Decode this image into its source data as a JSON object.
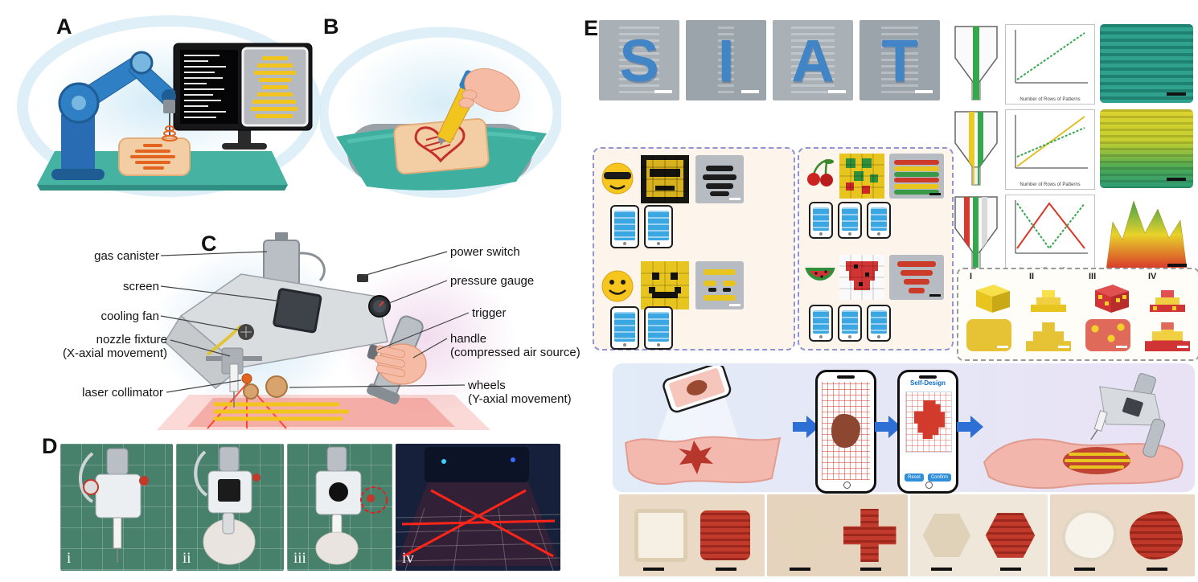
{
  "panels": {
    "a": {
      "label": "A"
    },
    "b": {
      "label": "B"
    },
    "c": {
      "label": "C",
      "left": [
        {
          "main": "gas canister",
          "sub": ""
        },
        {
          "main": "screen",
          "sub": ""
        },
        {
          "main": "cooling fan",
          "sub": ""
        },
        {
          "main": "nozzle fixture",
          "sub": "(X-axial movement)"
        },
        {
          "main": "laser collimator",
          "sub": ""
        }
      ],
      "right": [
        {
          "main": "power switch",
          "sub": ""
        },
        {
          "main": "pressure gauge",
          "sub": ""
        },
        {
          "main": "trigger",
          "sub": ""
        },
        {
          "main": "handle",
          "sub": "(compressed air source)"
        },
        {
          "main": "wheels",
          "sub": "(Y-axial movement)"
        }
      ]
    },
    "d": {
      "label": "D",
      "subs": [
        "i",
        "ii",
        "iii",
        "iv"
      ]
    },
    "e": {
      "label": "E",
      "letters": [
        "S",
        "I",
        "A",
        "T"
      ],
      "graph_xlabel": "Number of Rows of Patterns",
      "roman": [
        "I",
        "II",
        "III",
        "IV"
      ],
      "app": {
        "title": "Self-Design",
        "buttons": [
          "Reset",
          "Confirm"
        ]
      }
    }
  },
  "colors": {
    "teal_surface": "#3fb0a0",
    "robot_blue": "#2f7fc4",
    "print_yellow": "#eec32a",
    "laser_red": "#e8392a",
    "letter_blue": "#4285c6",
    "wound_red": "#b8372c",
    "design_box_border": "#8f94d6"
  }
}
